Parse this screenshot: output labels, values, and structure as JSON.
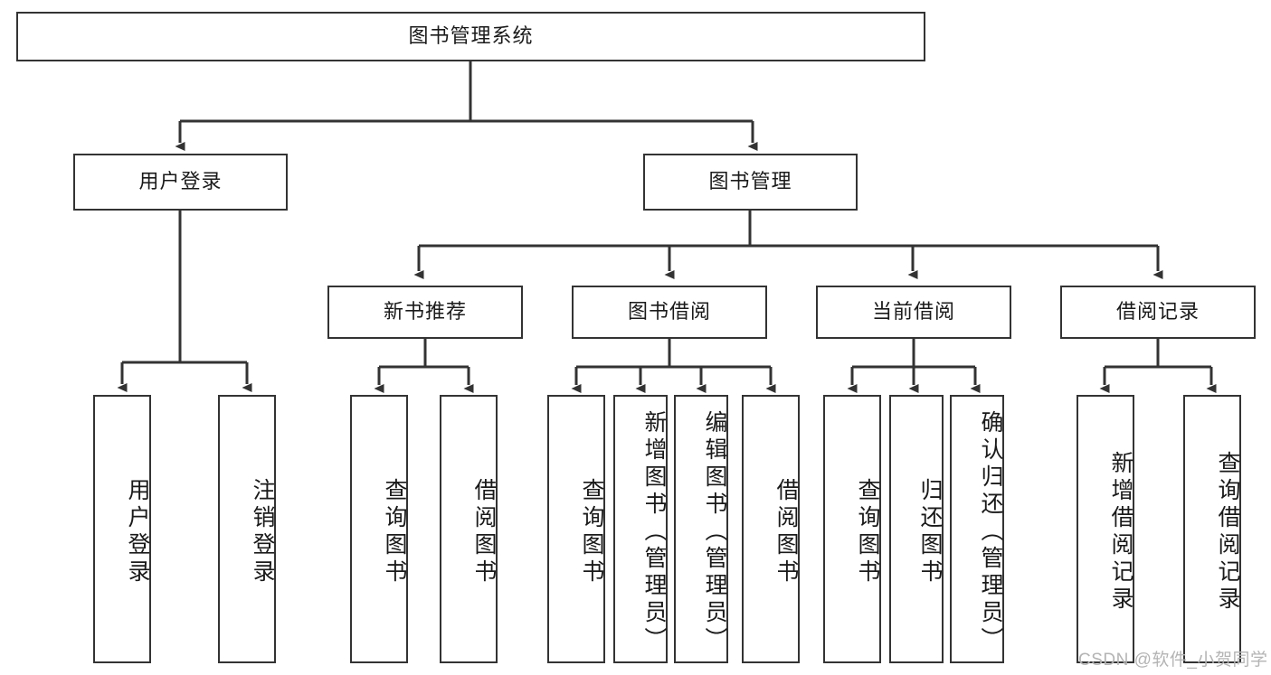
{
  "diagram": {
    "title": "图书管理系统",
    "type": "tree-hierarchy-chart",
    "orientation": "top-down",
    "colors": {
      "box_border": "#333333",
      "box_fill": "#ffffff",
      "connector": "#333333",
      "text": "#1a1a1a",
      "watermark": "#b4b4b4",
      "background": "#ffffff"
    },
    "nodes": {
      "root": {
        "label": "图书管理系统",
        "level": 1,
        "text_direction": "horizontal"
      },
      "level2": [
        {
          "id": "user-login",
          "label": "用户登录",
          "text_direction": "horizontal"
        },
        {
          "id": "book-management",
          "label": "图书管理",
          "text_direction": "horizontal"
        }
      ],
      "level3": [
        {
          "id": "new-book-recommend",
          "label": "新书推荐",
          "parent": "book-management",
          "text_direction": "horizontal"
        },
        {
          "id": "book-borrow",
          "label": "图书借阅",
          "parent": "book-management",
          "text_direction": "horizontal"
        },
        {
          "id": "current-borrow",
          "label": "当前借阅",
          "parent": "book-management",
          "text_direction": "horizontal"
        },
        {
          "id": "borrow-record",
          "label": "借阅记录",
          "parent": "book-management",
          "text_direction": "horizontal"
        }
      ],
      "leaves": [
        {
          "id": "leaf-user-login",
          "label": "用户登录",
          "parent": "user-login",
          "text_direction": "vertical"
        },
        {
          "id": "leaf-logout-login",
          "label": "注销登录",
          "parent": "user-login",
          "text_direction": "vertical"
        },
        {
          "id": "leaf-query-book-1",
          "label": "查询图书",
          "parent": "new-book-recommend",
          "text_direction": "vertical"
        },
        {
          "id": "leaf-borrow-book-1",
          "label": "借阅图书",
          "parent": "new-book-recommend",
          "text_direction": "vertical"
        },
        {
          "id": "leaf-query-book-2",
          "label": "查询图书",
          "parent": "book-borrow",
          "text_direction": "vertical"
        },
        {
          "id": "leaf-add-book-admin",
          "label": "新增图书（管理员）",
          "parent": "book-borrow",
          "text_direction": "vertical"
        },
        {
          "id": "leaf-edit-book-admin",
          "label": "编辑图书（管理员）",
          "parent": "book-borrow",
          "text_direction": "vertical"
        },
        {
          "id": "leaf-borrow-book-2",
          "label": "借阅图书",
          "parent": "book-borrow",
          "text_direction": "vertical"
        },
        {
          "id": "leaf-query-book-3",
          "label": "查询图书",
          "parent": "current-borrow",
          "text_direction": "vertical"
        },
        {
          "id": "leaf-return-book",
          "label": "归还图书",
          "parent": "current-borrow",
          "text_direction": "vertical"
        },
        {
          "id": "leaf-confirm-return-admin",
          "label": "确认归还（管理员）",
          "parent": "current-borrow",
          "text_direction": "vertical"
        },
        {
          "id": "leaf-add-borrow-record",
          "label": "新增借阅记录",
          "parent": "borrow-record",
          "text_direction": "vertical"
        },
        {
          "id": "leaf-query-borrow-record",
          "label": "查询借阅记录",
          "parent": "borrow-record",
          "text_direction": "vertical"
        }
      ]
    },
    "watermark": "CSDN @软件_小贺同学"
  }
}
